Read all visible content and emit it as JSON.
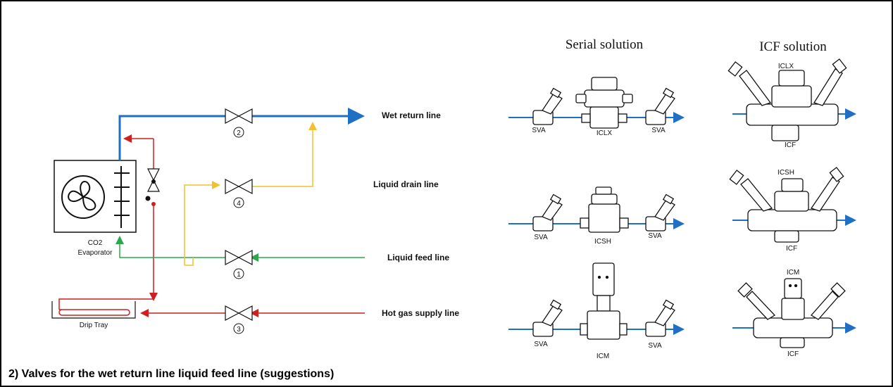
{
  "diagram": {
    "lines": {
      "wet_return": "Wet return line",
      "liquid_drain": "Liquid drain line",
      "liquid_feed": "Liquid feed line",
      "hot_gas": "Hot gas supply line"
    },
    "evaporator": {
      "line1": "CO2",
      "line2": "Evaporator"
    },
    "drip_tray": "Drip Tray",
    "valve_numbers": [
      "2",
      "4",
      "1",
      "3"
    ],
    "colors": {
      "wet_return": "#1f6fc4",
      "liquid_drain": "#f2c12e",
      "liquid_feed": "#2aa84a",
      "hot_gas": "#d11f1f"
    }
  },
  "solutions": {
    "serial_title": "Serial solution",
    "icf_title": "ICF solution",
    "serial": [
      {
        "left": "SVA",
        "main": "ICLX",
        "right": "SVA"
      },
      {
        "left": "SVA",
        "main": "ICSH",
        "right": "SVA"
      },
      {
        "left": "SVA",
        "main": "ICM",
        "right": "SVA"
      }
    ],
    "icf": [
      {
        "top": "ICLX",
        "bottom": "ICF"
      },
      {
        "top": "ICSH",
        "bottom": "ICF"
      },
      {
        "top": "ICM",
        "bottom": "ICF"
      }
    ]
  },
  "caption": "2) Valves for the wet return line liquid feed line (suggestions)"
}
